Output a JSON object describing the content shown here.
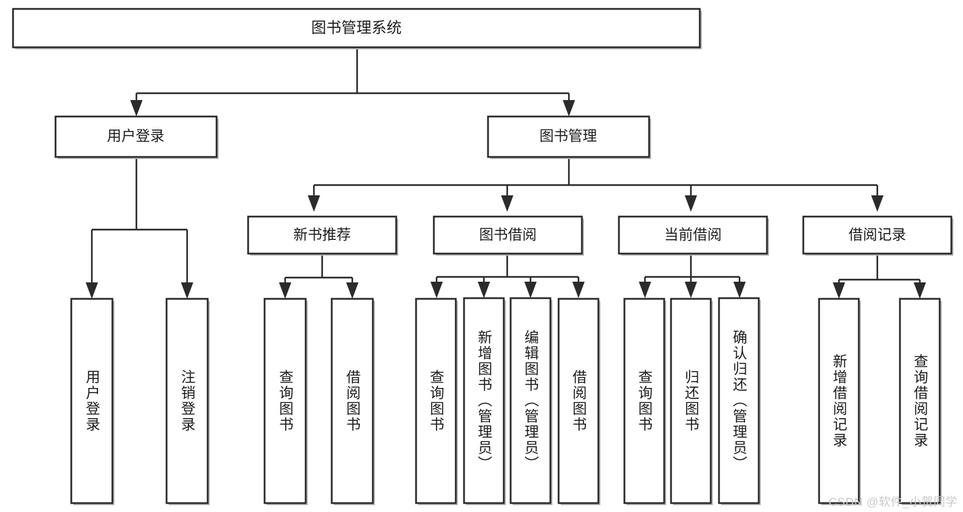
{
  "diagram": {
    "type": "tree",
    "title": "图书管理系统",
    "orientation": "top-down",
    "colors": {
      "box_fill": "#ffffff",
      "box_stroke": "#2b2b2b",
      "text": "#1c1c1c",
      "watermark": "#c9c9c9",
      "background": "#ffffff"
    },
    "root": {
      "label": "图书管理系统"
    },
    "level1": [
      {
        "label": "用户登录"
      },
      {
        "label": "图书管理"
      }
    ],
    "level2": [
      {
        "label": "新书推荐",
        "parent": "图书管理"
      },
      {
        "label": "图书借阅",
        "parent": "图书管理"
      },
      {
        "label": "当前借阅",
        "parent": "图书管理"
      },
      {
        "label": "借阅记录",
        "parent": "图书管理"
      }
    ],
    "leaves": {
      "用户登录": [
        "用户登录",
        "注销登录"
      ],
      "新书推荐": [
        "查询图书",
        "借阅图书"
      ],
      "图书借阅": [
        "查询图书",
        "新增图书（管理员）",
        "编辑图书（管理员）",
        "借阅图书"
      ],
      "当前借阅": [
        "查询图书",
        "归还图书",
        "确认归还（管理员）"
      ],
      "借阅记录": [
        "新增借阅记录",
        "查询借阅记录"
      ]
    }
  },
  "labels": {
    "root": "图书管理系统",
    "user_login": "用户登录",
    "book_manage": "图书管理",
    "new_book_rec": "新书推荐",
    "book_borrow": "图书借阅",
    "current_borrow": "当前借阅",
    "borrow_record": "借阅记录",
    "leaf_user_login": "用户登录",
    "leaf_logout": "注销登录",
    "leaf_query_book_a": "查询图书",
    "leaf_borrow_book_a": "借阅图书",
    "leaf_query_book_b": "查询图书",
    "leaf_add_book": "新增图书（管理员）",
    "leaf_edit_book": "编辑图书（管理员）",
    "leaf_borrow_book_b": "借阅图书",
    "leaf_query_book_c": "查询图书",
    "leaf_return_book": "归还图书",
    "leaf_confirm_return": "确认归还（管理员）",
    "leaf_add_record": "新增借阅记录",
    "leaf_query_record": "查询借阅记录"
  },
  "watermark": {
    "text": "CSDN @软件_小贺同学"
  }
}
